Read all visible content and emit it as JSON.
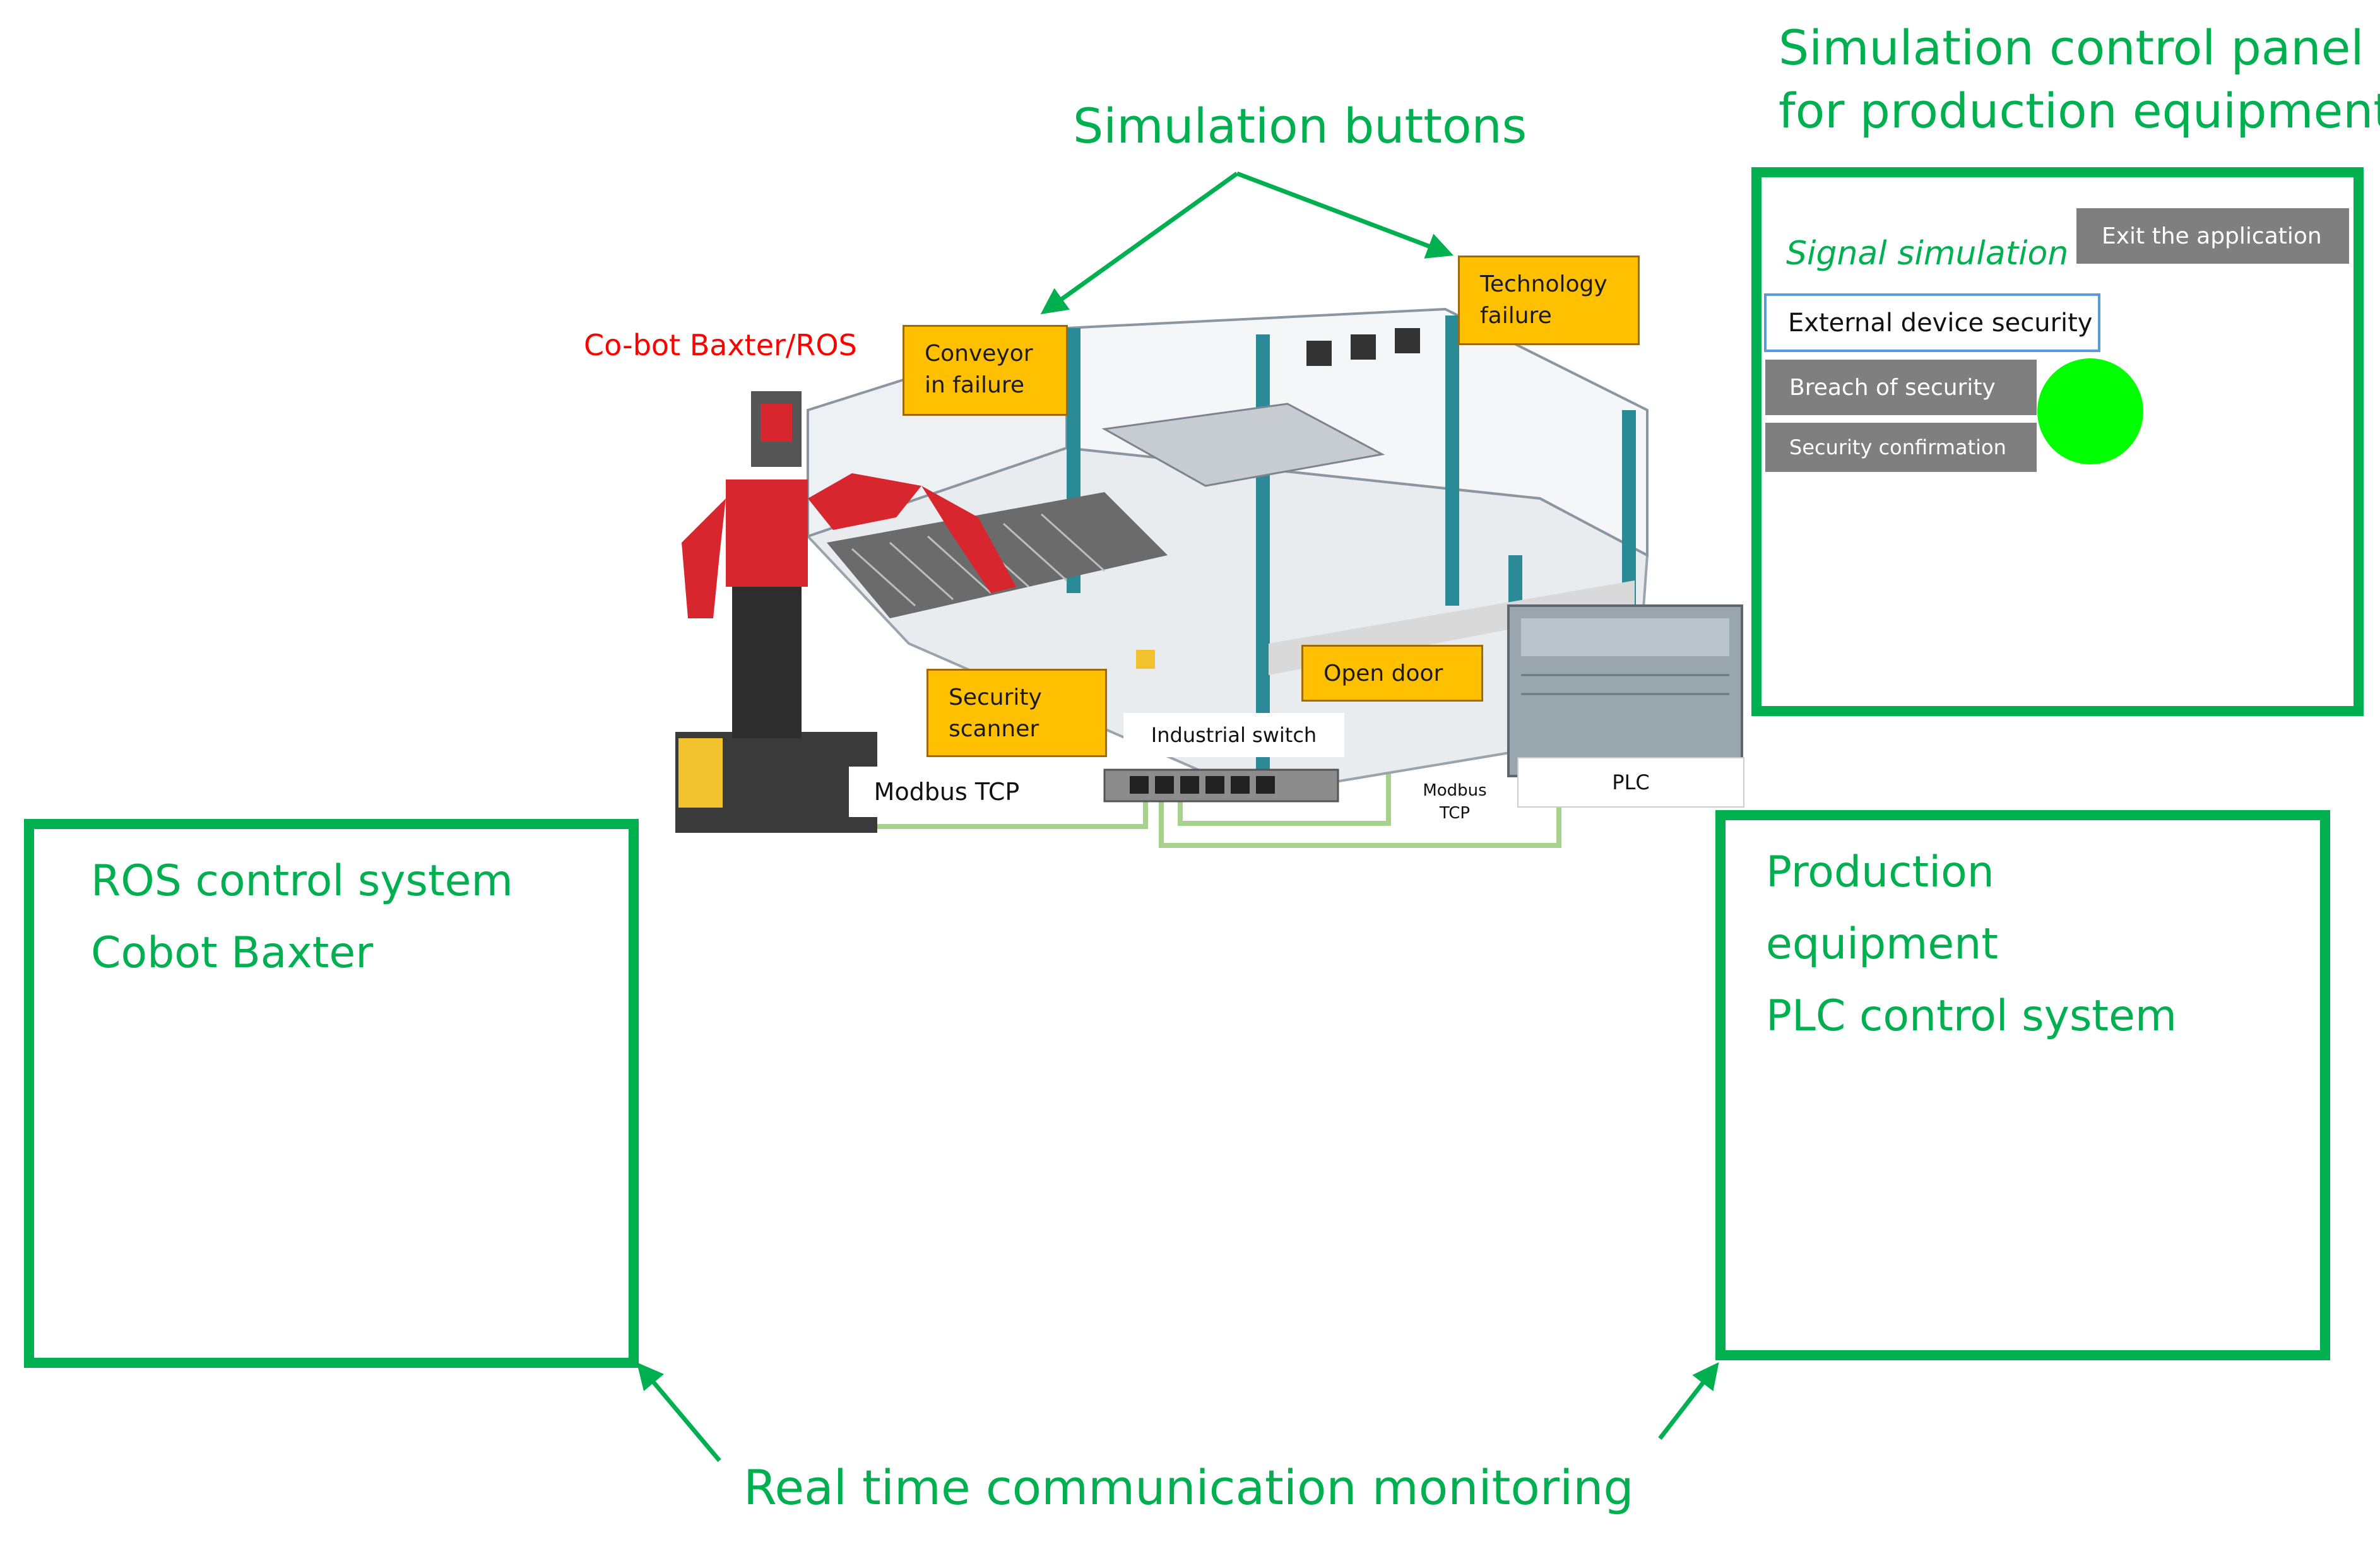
{
  "headings": {
    "simulation_buttons": "Simulation buttons",
    "control_panel_line1": "Simulation control panel",
    "control_panel_line2": "for production equipment",
    "realtime": "Real time communication monitoring"
  },
  "cobot_label": "Co-bot Baxter/ROS",
  "sim_buttons": {
    "conveyor": [
      "Conveyor",
      "in failure"
    ],
    "technology": [
      "Technology",
      "failure"
    ],
    "security_scanner": [
      "Security",
      "scanner"
    ],
    "open_door": "Open door"
  },
  "network": {
    "modbus_tcp_left": "Modbus TCP",
    "industrial_switch": "Industrial switch",
    "modbus_tcp_right": [
      "Modbus",
      "TCP"
    ],
    "plc": "PLC"
  },
  "control_panel": {
    "signal_simulation": "Signal simulation",
    "exit_button": "Exit the application",
    "external_device_security": "External device security",
    "breach_button": "Breach of security",
    "confirm_button": "Security confirmation",
    "indicator_color": "#00ff00"
  },
  "ros_panel": [
    "ROS control system",
    "Cobot Baxter"
  ],
  "production_panel": [
    "Production",
    "equipment",
    "PLC control system"
  ],
  "colors": {
    "accent_green": "#00b050",
    "button_yellow": "#ffc000",
    "label_red": "#ff0000",
    "cable_green": "#a9d18e"
  }
}
